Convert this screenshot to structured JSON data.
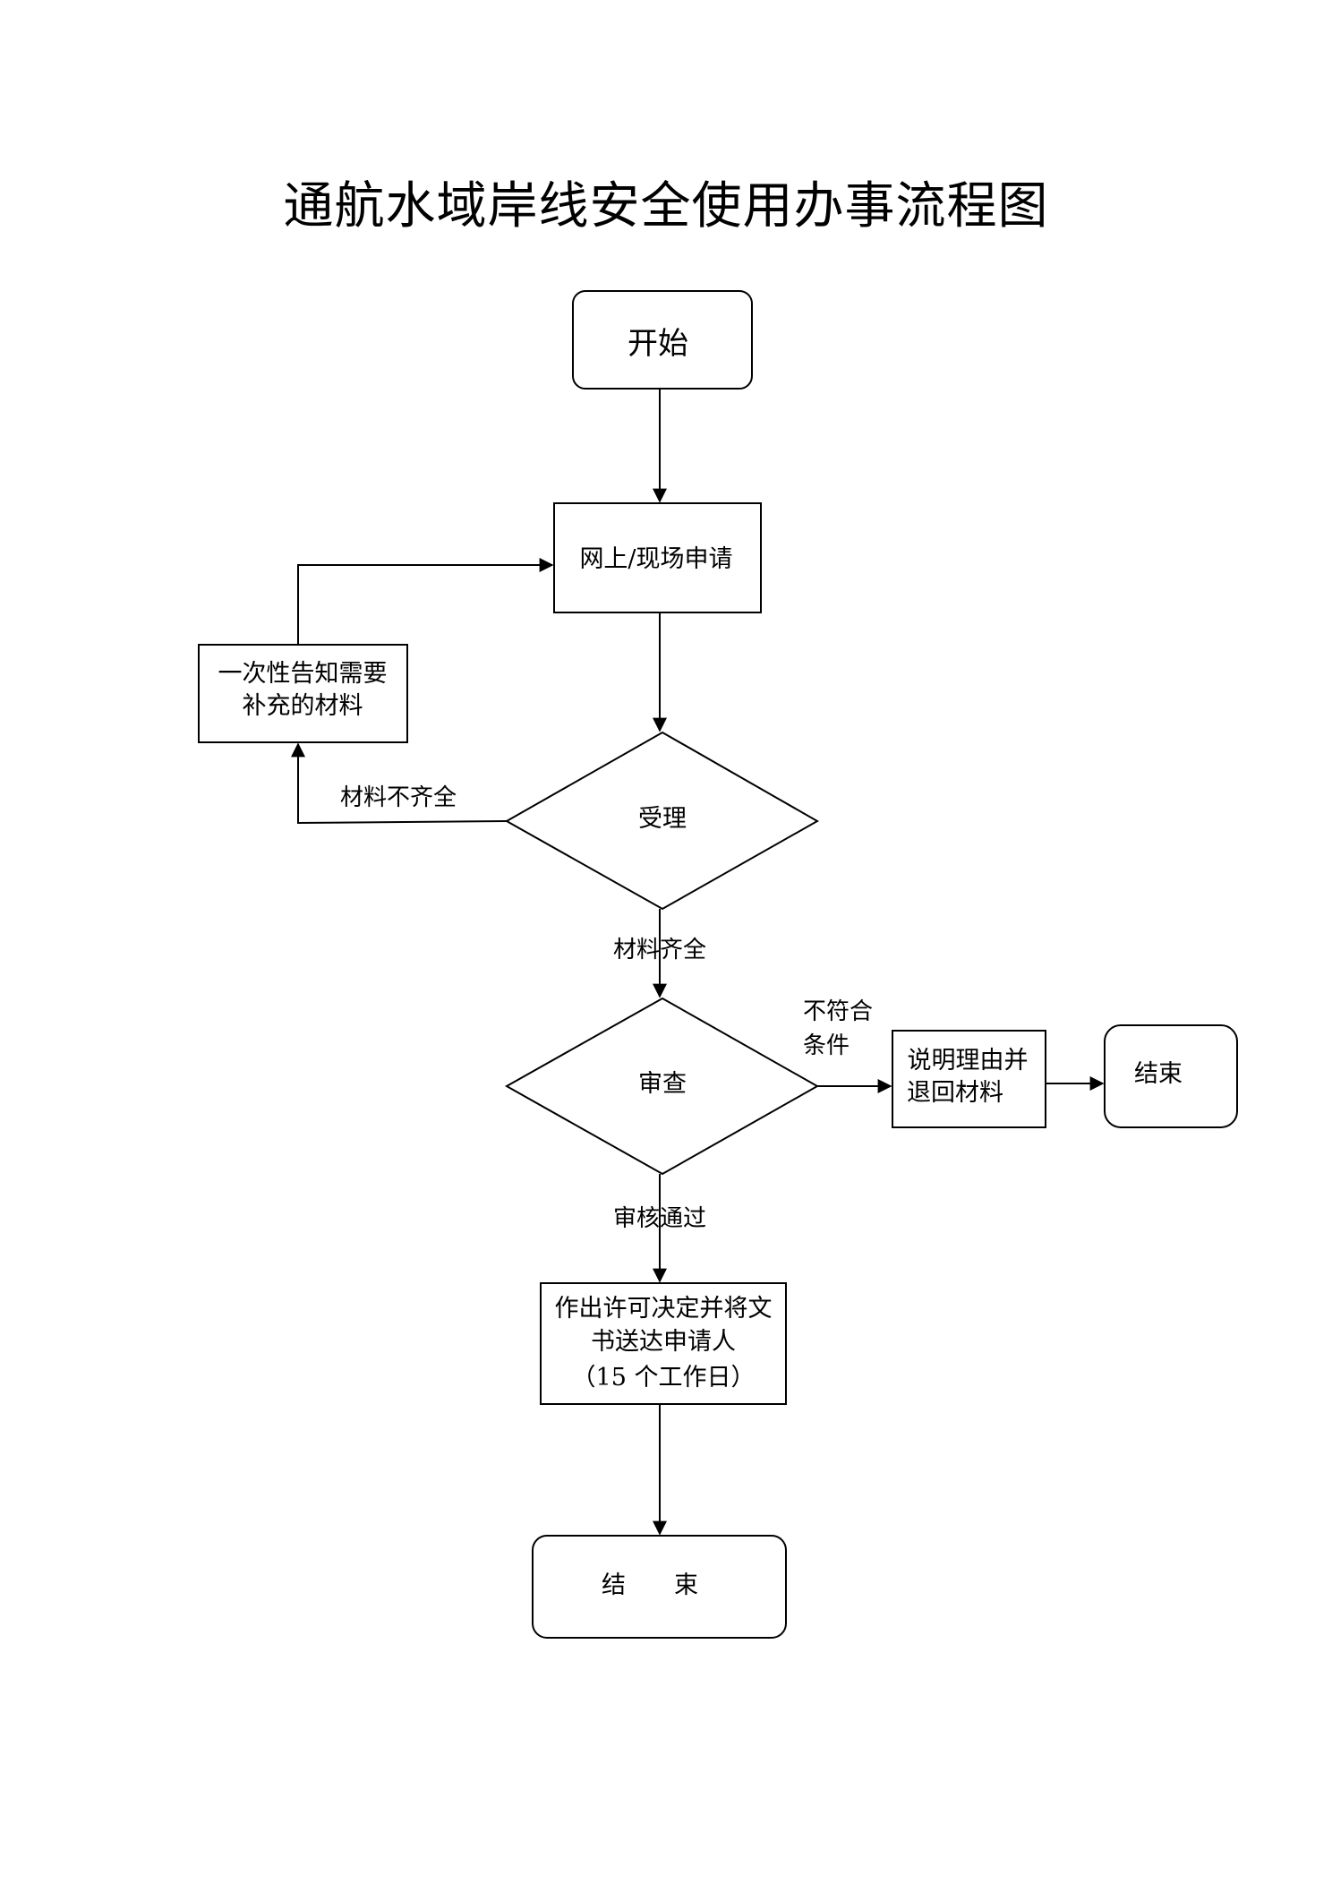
{
  "title": "通航水域岸线安全使用办事流程图",
  "nodes": {
    "start": "开始",
    "apply": "网上/现场申请",
    "notify": [
      "一次性告知需要",
      "补充的材料"
    ],
    "accept": "受理",
    "review": "审查",
    "reject": [
      "说明理由并",
      "退回材料"
    ],
    "end_reject": "结束",
    "decision": [
      "作出许可决定并将文",
      "书送达申请人",
      "（15 个工作日）"
    ],
    "end": "结　　束"
  },
  "edge_labels": {
    "incomplete": "材料不齐全",
    "complete": "材料齐全",
    "not_qualified": [
      "不符合",
      "条件"
    ],
    "approved": "审核通过"
  },
  "colors": {
    "stroke": "#000000",
    "background": "#ffffff"
  }
}
